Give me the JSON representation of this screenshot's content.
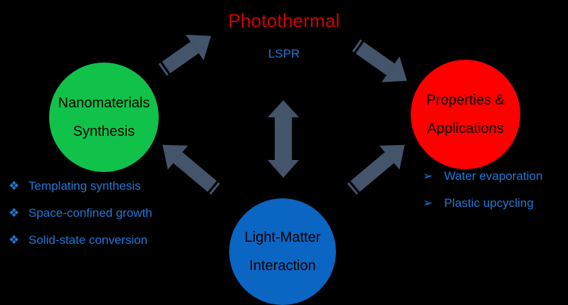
{
  "header": {
    "title": "Photothermal",
    "subtitle": "LSPR"
  },
  "nodes": {
    "synthesis": {
      "line1": "Nanomaterials",
      "line2": "Synthesis"
    },
    "properties": {
      "line1": "Properties &",
      "line2": "Applications"
    },
    "interaction": {
      "line1": "Light-Matter",
      "line2": "Interaction"
    }
  },
  "synthesis_methods": {
    "bullet": "❖",
    "items": [
      "Templating synthesis",
      "Space-confined growth",
      "Solid-state conversion"
    ]
  },
  "applications": {
    "bullet": "➢",
    "items": [
      "Water evaporation",
      "Plastic upcycling"
    ]
  },
  "colors": {
    "background": "#000000",
    "title": "#d10000",
    "accent_text": "#1f78d6",
    "synthesis_node": "#10c24a",
    "properties_node": "#ff0000",
    "interaction_node": "#0b65c2",
    "arrow": "#44546a"
  }
}
